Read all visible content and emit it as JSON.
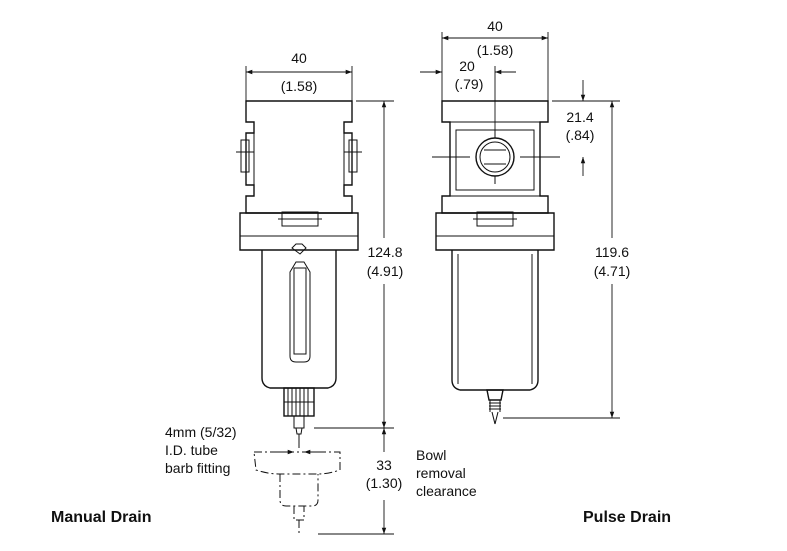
{
  "manual_drain": {
    "width_mm": "40",
    "width_in": "(1.58)",
    "height_mm": "124.8",
    "height_in": "(4.91)",
    "clearance_mm": "33",
    "clearance_in": "(1.30)",
    "tube_line1": "4mm (5/32)",
    "tube_line2": "I.D. tube",
    "tube_line3": "barb fitting",
    "bowl_line1": "Bowl",
    "bowl_line2": "removal",
    "bowl_line3": "clearance",
    "caption": "Manual Drain"
  },
  "pulse_drain": {
    "width_mm": "40",
    "width_in": "(1.58)",
    "port_mm": "20",
    "port_in": "(.79)",
    "port_height_mm": "21.4",
    "port_height_in": "(.84)",
    "height_mm": "119.6",
    "height_in": "(4.71)",
    "caption": "Pulse Drain"
  }
}
